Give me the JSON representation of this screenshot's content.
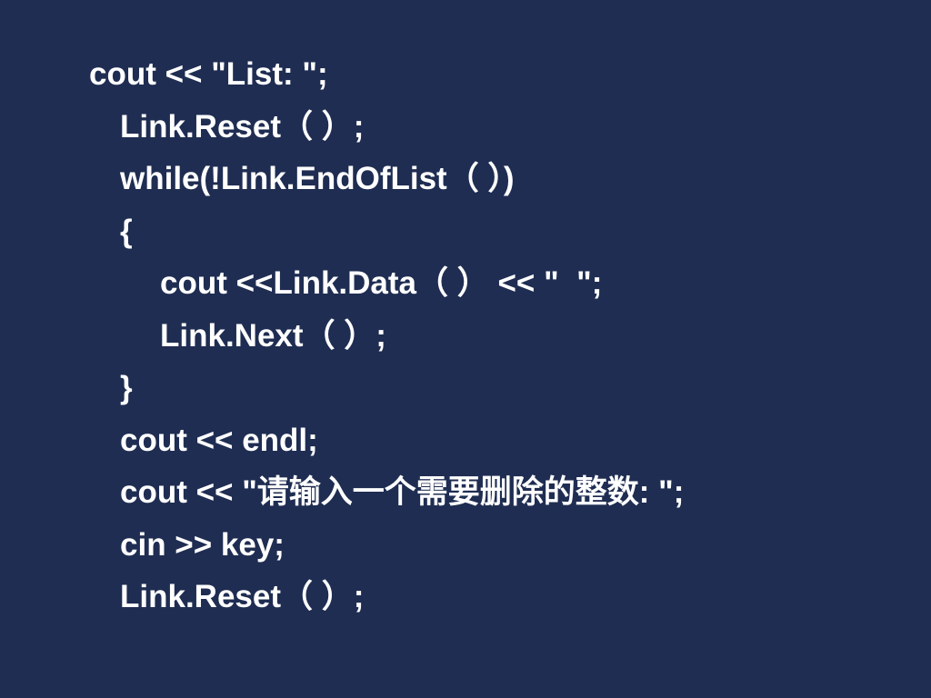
{
  "code_lines": [
    "cout << \"List: \";",
    "Link.Reset（ ）;",
    "while(!Link.EndOfList（ ）)",
    "{",
    "cout <<Link.Data（ ） << \"  \";",
    "Link.Next（ ）;",
    "}",
    "cout << endl;",
    "cout << \"请输入一个需要删除的整数: \";",
    "cin >> key;",
    "Link.Reset（ ）;"
  ]
}
